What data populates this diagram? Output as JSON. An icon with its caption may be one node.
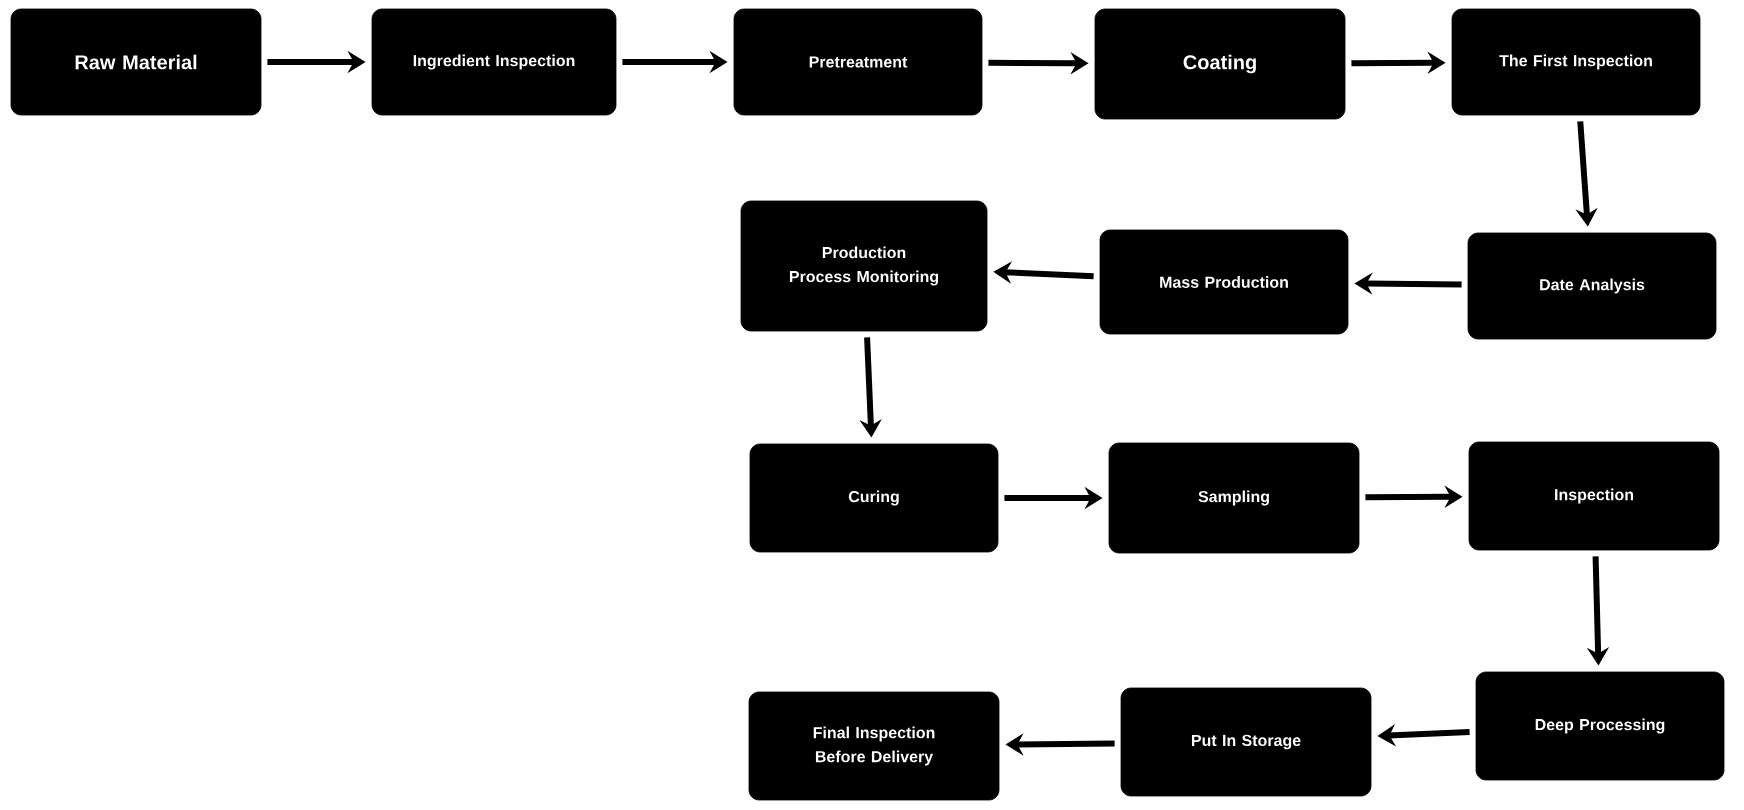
{
  "diagram": {
    "nodes": [
      {
        "text": [
          "Raw Material"
        ]
      },
      {
        "text": [
          "Ingredient Inspection"
        ]
      },
      {
        "text": [
          "Pretreatment"
        ]
      },
      {
        "text": [
          "Coating"
        ]
      },
      {
        "text": [
          "The First Inspection"
        ]
      },
      {
        "text": [
          "Date Analysis"
        ]
      },
      {
        "text": [
          "Mass Production"
        ]
      },
      {
        "text": [
          "Production Process Monitoring"
        ]
      },
      {
        "text": [
          "Curing"
        ]
      },
      {
        "text": [
          "Sampling"
        ]
      },
      {
        "text": [
          "Inspection"
        ]
      },
      {
        "text": [
          "Deep Processing"
        ]
      },
      {
        "text": [
          "Put In Storage"
        ]
      },
      {
        "text": [
          "Final Inspection Before Delivery"
        ]
      }
    ],
    "edges": [
      {
        "from": 0,
        "to": 1,
        "arrow": "to"
      },
      {
        "from": 1,
        "to": 2,
        "arrow": "to"
      },
      {
        "from": 2,
        "to": 3,
        "arrow": "to"
      },
      {
        "from": 3,
        "to": 4,
        "arrow": "to"
      },
      {
        "from": 4,
        "to": 5,
        "arrow": "to"
      },
      {
        "from": 5,
        "to": 6,
        "arrow": "to"
      },
      {
        "from": 6,
        "to": 7,
        "arrow": "to"
      },
      {
        "from": 7,
        "to": 8,
        "arrow": "to"
      },
      {
        "from": 8,
        "to": 9,
        "arrow": "to"
      },
      {
        "from": 9,
        "to": 10,
        "arrow": "to"
      },
      {
        "from": 10,
        "to": 11,
        "arrow": "to"
      },
      {
        "from": 11,
        "to": 12,
        "arrow": "to"
      },
      {
        "from": 12,
        "to": 13,
        "arrow": "to"
      }
    ]
  }
}
